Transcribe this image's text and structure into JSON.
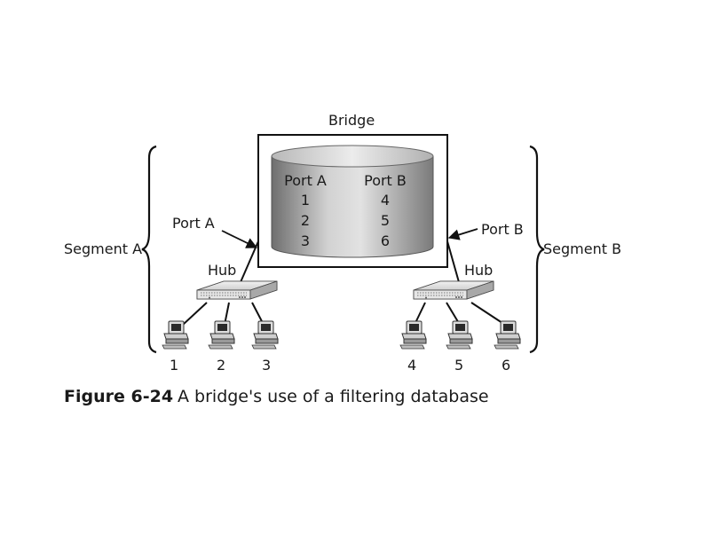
{
  "diagram": {
    "bridge_label": "Bridge",
    "segment_a_label": "Segment A",
    "segment_b_label": "Segment B",
    "port_a_label": "Port A",
    "port_b_label": "Port B",
    "hub_left_label": "Hub",
    "hub_right_label": "Hub",
    "filtering_table": {
      "headers": [
        "Port A",
        "Port B"
      ],
      "rows": [
        [
          "1",
          "4"
        ],
        [
          "2",
          "5"
        ],
        [
          "3",
          "6"
        ]
      ]
    },
    "computers": [
      "1",
      "2",
      "3",
      "4",
      "5",
      "6"
    ],
    "icons": {
      "database": "database-cylinder-icon",
      "hub": "hub-icon",
      "computer": "desktop-computer-icon"
    }
  },
  "caption": {
    "number": "Figure 6-24",
    "text": "A bridge's use of a filtering database"
  }
}
